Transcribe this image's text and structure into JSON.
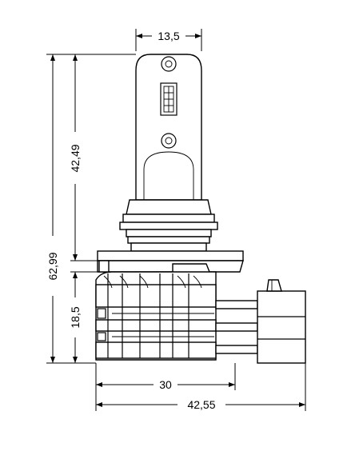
{
  "drawing": {
    "dimensions": {
      "top_width": "13,5",
      "bulb_height": "42,49",
      "total_height": "62,99",
      "base_height": "18,5",
      "base_width": "30",
      "total_width": "42,55"
    }
  }
}
